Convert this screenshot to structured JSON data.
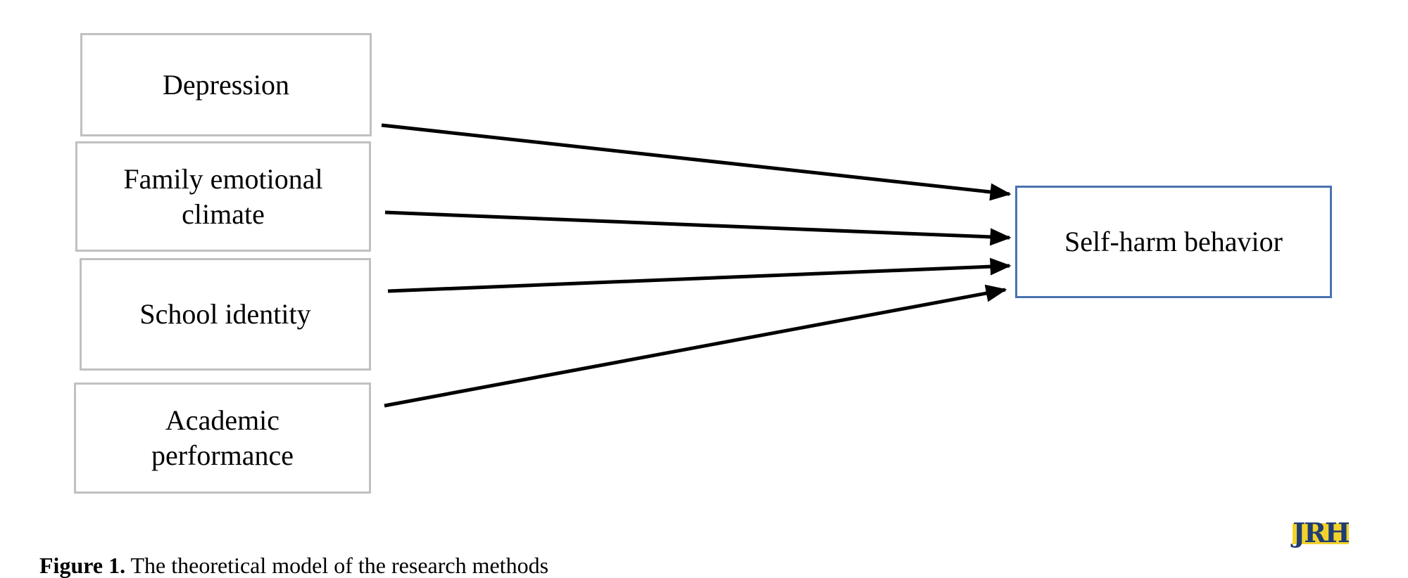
{
  "diagram": {
    "inputs": [
      {
        "id": "depression",
        "lines": [
          "Depression"
        ]
      },
      {
        "id": "family",
        "lines": [
          "Family emotional",
          "climate"
        ]
      },
      {
        "id": "school",
        "lines": [
          "School identity"
        ]
      },
      {
        "id": "academic",
        "lines": [
          "Academic",
          "performance"
        ]
      }
    ],
    "output": {
      "id": "selfharm",
      "lines": [
        "Self-harm behavior"
      ]
    },
    "edges": [
      {
        "from": "depression",
        "to": "selfharm"
      },
      {
        "from": "family",
        "to": "selfharm"
      },
      {
        "from": "school",
        "to": "selfharm"
      },
      {
        "from": "academic",
        "to": "selfharm"
      }
    ],
    "colors": {
      "input_border": "#c0c0c0",
      "output_border": "#4a72b0",
      "arrow": "#000000"
    }
  },
  "caption": {
    "label": "Figure 1.",
    "text": " The theoretical model of the research methods"
  },
  "logo": {
    "text": "JRH",
    "colors": {
      "background": "#f2d22a",
      "text": "#1f3d73"
    }
  }
}
